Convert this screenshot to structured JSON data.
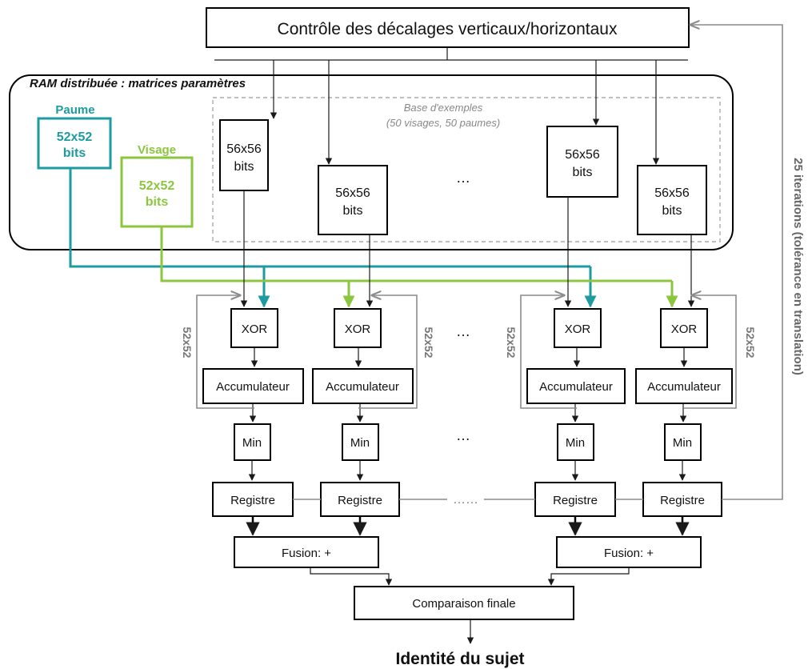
{
  "colors": {
    "paume": "#1e9ba0",
    "visage": "#8cc63f",
    "loop": "#8c8c8c",
    "text": "#111111"
  },
  "header": {
    "control_label": "Contrôle des décalages verticaux/horizontaux"
  },
  "ram": {
    "title": "RAM distribuée : matrices paramètres",
    "base_line1": "Base d'exemples",
    "base_line2": "(50 visages, 50 paumes)",
    "paume": {
      "title": "Paume",
      "line1": "52x52",
      "line2": "bits"
    },
    "visage": {
      "title": "Visage",
      "line1": "52x52",
      "line2": "bits"
    },
    "samples": [
      {
        "line1": "56x56",
        "line2": "bits"
      },
      {
        "line1": "56x56",
        "line2": "bits"
      },
      {
        "line1": "56x56",
        "line2": "bits"
      },
      {
        "line1": "56x56",
        "line2": "bits"
      }
    ]
  },
  "pipeline": {
    "xor_label": "XOR",
    "acc_label": "Accumulateur",
    "min_label": "Min",
    "reg_label": "Registre",
    "size_label": "52x52",
    "fusion_label": "Fusion: +",
    "ellipsis": "…",
    "ellipsis_long": "……"
  },
  "output": {
    "final_label": "Comparaison finale",
    "result_label": "Identité du sujet"
  },
  "loop": {
    "label": "25 iterations (tolérance en translation)"
  }
}
